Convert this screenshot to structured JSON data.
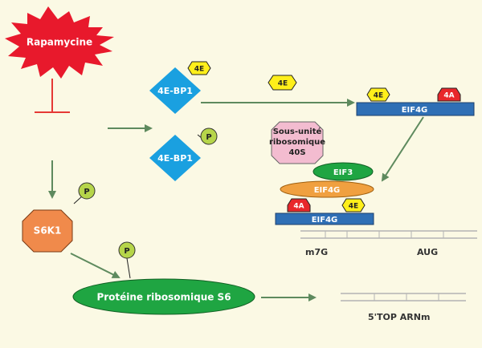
{
  "labels": {
    "rapamycine": "Rapamycine",
    "bp1_top": "4E-BP1",
    "bp1_bottom": "4E-BP1",
    "s6k1": "S6K1",
    "s6": "Protéine ribosomique S6",
    "subunit_line1": "Sous-unité",
    "subunit_line2": "ribosomique",
    "subunit_line3": "40S",
    "eif3": "EIF3",
    "eif4g_top": "EIF4G",
    "eif4g_middle": "EIF4G",
    "eif4g_bottom": "EIF4G",
    "m7g": "m7G",
    "aug": "AUG",
    "top_arnm": "5'TOP ARNm"
  },
  "badges": {
    "fourE": "4E",
    "fourA": "4A",
    "phospho": "P"
  },
  "colors": {
    "background": "#fbf9e4",
    "arrow": "#5e8a5e",
    "inhibition": "#e53935",
    "burst": "#e8192c",
    "diamond": "#1aa0e0",
    "yellow_badge": "#ffef1a",
    "red_badge": "#e8272b",
    "phospho_badge": "#b6d54a",
    "octagon": "#f08a4b",
    "s6_ellipse": "#1fa542",
    "eif4g_bar": "#2f6fb5",
    "subunit_fill": "#f3bcd0",
    "eif3_fill": "#1fa542",
    "eif4g_ellipse": "#f0a040",
    "mrna_line": "#b3b3b3"
  }
}
